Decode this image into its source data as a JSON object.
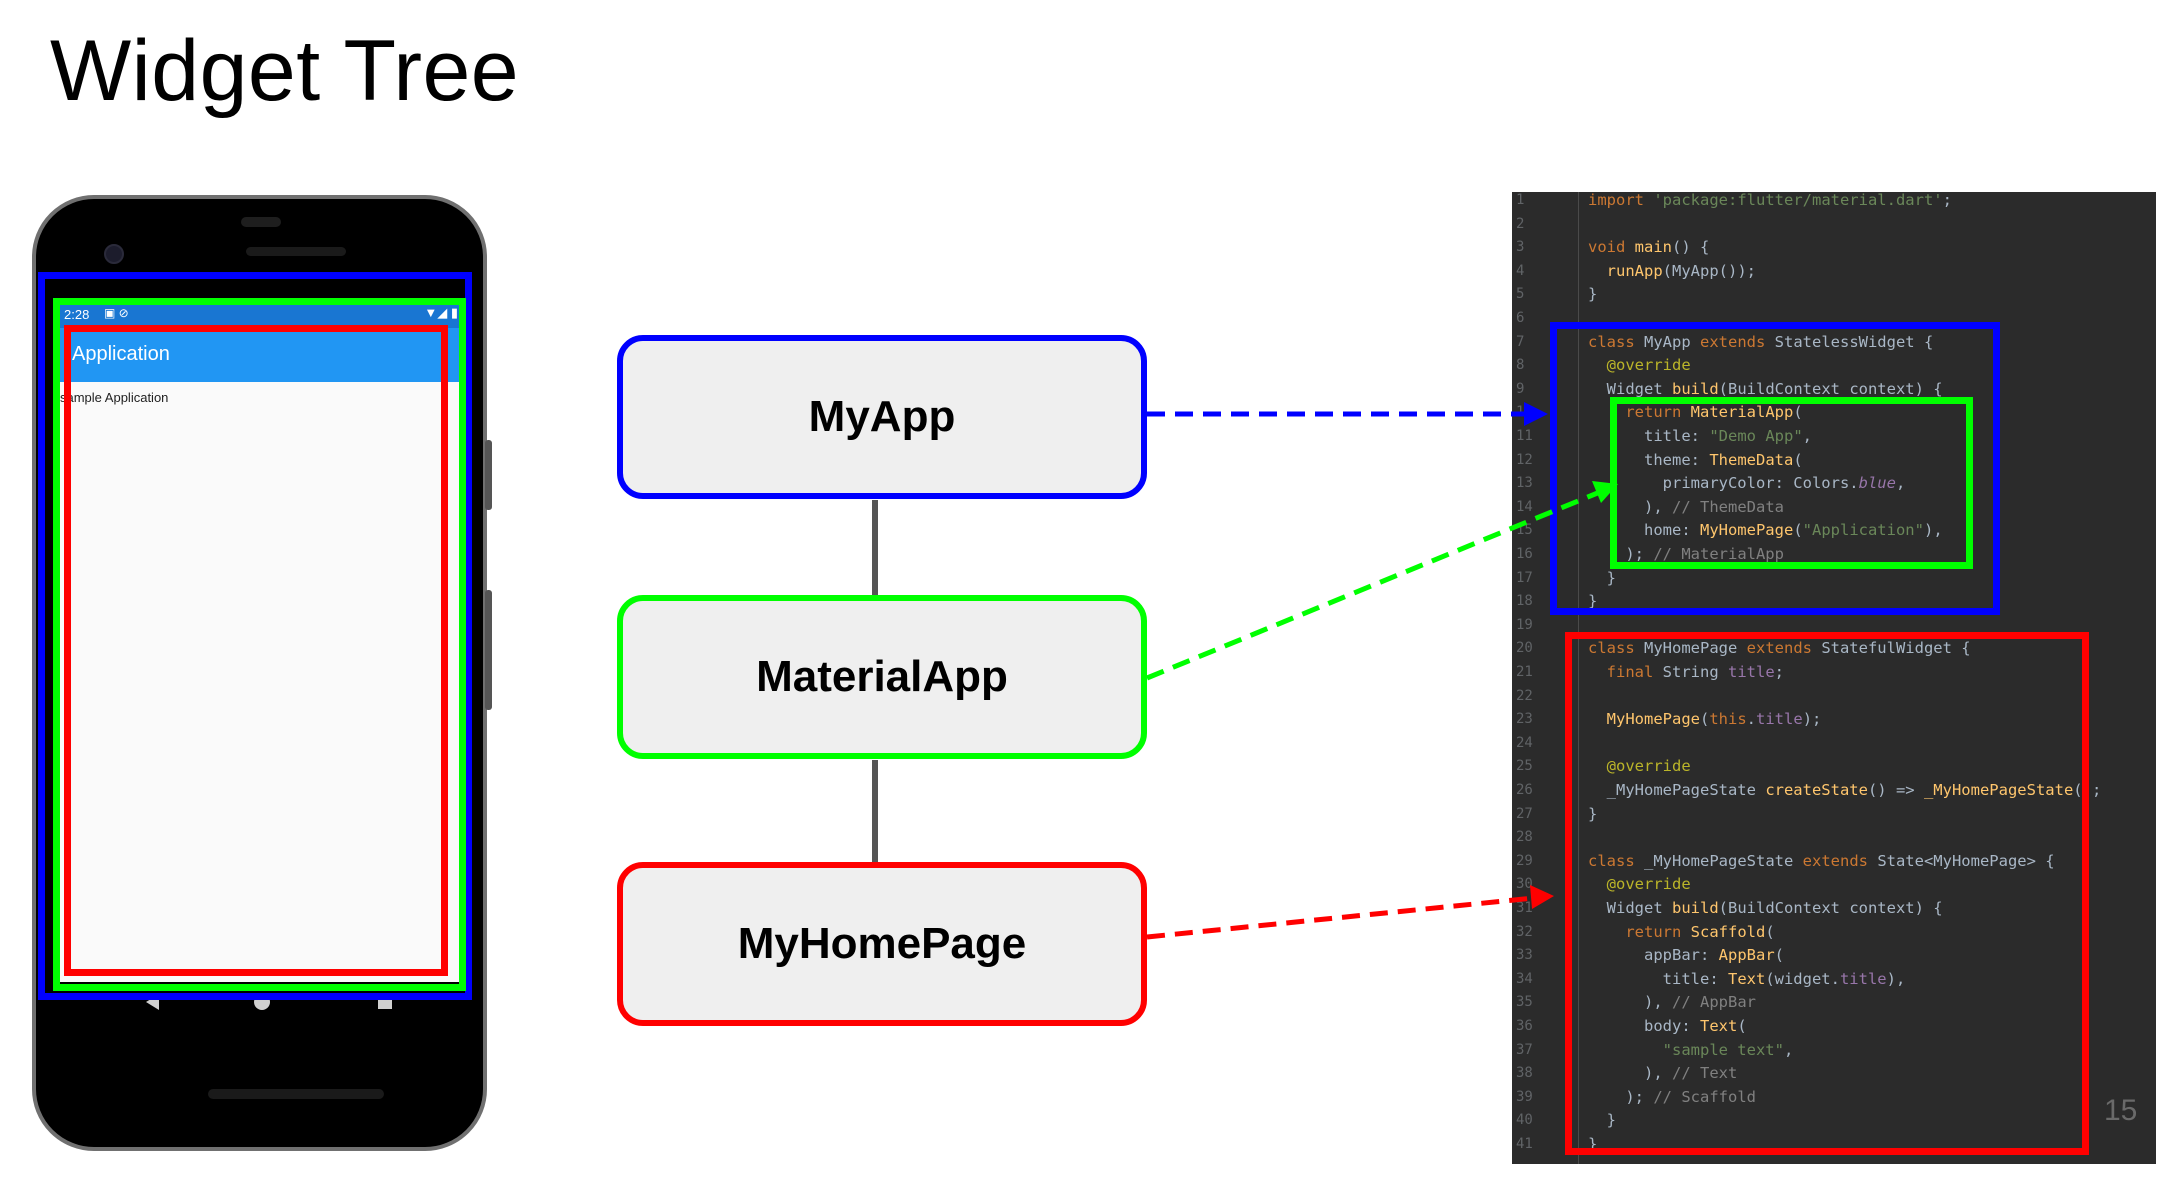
{
  "title": "Widget Tree",
  "page_number": "15",
  "colors": {
    "blue": "#0000ff",
    "green": "#00ff00",
    "red": "#ff0000",
    "appbar": "#2196f3",
    "statusbar": "#1976d2",
    "code_bg": "#2b2b2b"
  },
  "phone": {
    "status_time": "2:28",
    "status_left_icons": "▣ ⊘",
    "status_right_icons": "▼◢ ▮",
    "appbar_title": "Application",
    "body_text": "sample Application",
    "nav_icons": [
      "back-icon",
      "home-icon",
      "recents-icon"
    ]
  },
  "tree": {
    "nodes": [
      {
        "label": "MyApp",
        "color": "blue"
      },
      {
        "label": "MaterialApp",
        "color": "green"
      },
      {
        "label": "MyHomePage",
        "color": "red"
      }
    ]
  },
  "code": {
    "lines": [
      {
        "n": "1",
        "text": "import 'package:flutter/material.dart';"
      },
      {
        "n": "2",
        "text": ""
      },
      {
        "n": "3",
        "text": "void main() {"
      },
      {
        "n": "4",
        "text": "  runApp(MyApp());"
      },
      {
        "n": "5",
        "text": "}"
      },
      {
        "n": "6",
        "text": ""
      },
      {
        "n": "7",
        "text": "class MyApp extends StatelessWidget {"
      },
      {
        "n": "8",
        "text": "  @override"
      },
      {
        "n": "9",
        "text": "  Widget build(BuildContext context) {"
      },
      {
        "n": "10",
        "text": "    return MaterialApp("
      },
      {
        "n": "11",
        "text": "      title: \"Demo App\","
      },
      {
        "n": "12",
        "text": "      theme: ThemeData("
      },
      {
        "n": "13",
        "text": "        primaryColor: Colors.blue,"
      },
      {
        "n": "14",
        "text": "      ), // ThemeData"
      },
      {
        "n": "15",
        "text": "      home: MyHomePage(\"Application\"),"
      },
      {
        "n": "16",
        "text": "    ); // MaterialApp"
      },
      {
        "n": "17",
        "text": "  }"
      },
      {
        "n": "18",
        "text": "}"
      },
      {
        "n": "19",
        "text": ""
      },
      {
        "n": "20",
        "text": "class MyHomePage extends StatefulWidget {"
      },
      {
        "n": "21",
        "text": "  final String title;"
      },
      {
        "n": "22",
        "text": ""
      },
      {
        "n": "23",
        "text": "  MyHomePage(this.title);"
      },
      {
        "n": "24",
        "text": ""
      },
      {
        "n": "25",
        "text": "  @override"
      },
      {
        "n": "26",
        "text": "  _MyHomePageState createState() => _MyHomePageState();"
      },
      {
        "n": "27",
        "text": "}"
      },
      {
        "n": "28",
        "text": ""
      },
      {
        "n": "29",
        "text": "class _MyHomePageState extends State<MyHomePage> {"
      },
      {
        "n": "30",
        "text": "  @override"
      },
      {
        "n": "31",
        "text": "  Widget build(BuildContext context) {"
      },
      {
        "n": "32",
        "text": "    return Scaffold("
      },
      {
        "n": "33",
        "text": "      appBar: AppBar("
      },
      {
        "n": "34",
        "text": "        title: Text(widget.title),"
      },
      {
        "n": "35",
        "text": "      ), // AppBar"
      },
      {
        "n": "36",
        "text": "      body: Text("
      },
      {
        "n": "37",
        "text": "        \"sample text\","
      },
      {
        "n": "38",
        "text": "      ), // Text"
      },
      {
        "n": "39",
        "text": "    ); // Scaffold"
      },
      {
        "n": "40",
        "text": "  }"
      },
      {
        "n": "41",
        "text": "}"
      }
    ]
  }
}
